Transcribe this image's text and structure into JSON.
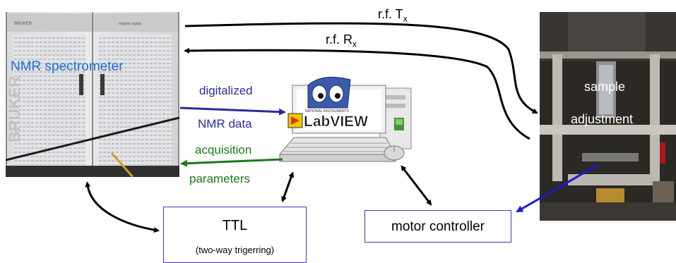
{
  "spectrometer": {
    "label": "NMR spectrometer",
    "brand": "BRUKER",
    "panel_text_left": "BRUKER",
    "panel_text_right": "magnet supply",
    "label_color": "#1f6fd6"
  },
  "sample": {
    "label_line1": "sample",
    "label_line2": "adjustment"
  },
  "signals": {
    "tx_label": "r.f. T",
    "tx_sub": "x",
    "rx_label": "r.f. R",
    "rx_sub": "x"
  },
  "data_flow": {
    "to_pc_line1": "digitalized",
    "to_pc_line2": "NMR data",
    "to_pc_color": "#2b2b9e",
    "from_pc_line1": "acquisition",
    "from_pc_line2": "parameters",
    "from_pc_color": "#1a7a1a"
  },
  "labview": {
    "brand_small": "NATIONAL INSTRUMENTS",
    "brand": "LabVIEW"
  },
  "ttl": {
    "title": "TTL",
    "subtitle": "(two-way trigerring)"
  },
  "motor": {
    "label": "motor controller"
  },
  "colors": {
    "box_border": "#3b3bbf",
    "arrow_blue": "#1a1acc",
    "arrow_black": "#000000"
  }
}
